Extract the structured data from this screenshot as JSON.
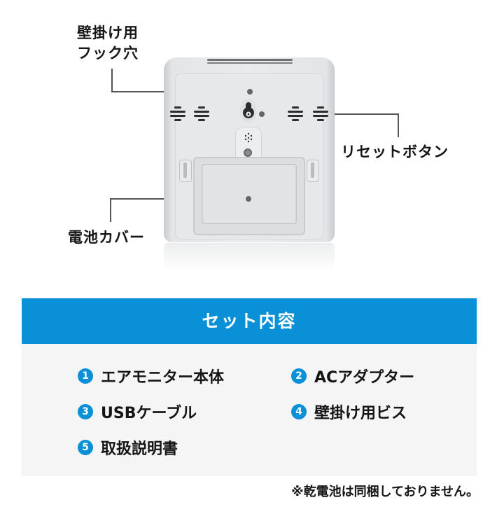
{
  "callouts": {
    "hook_hole": [
      "壁掛け用",
      "フック穴"
    ],
    "reset_button": "リセットボタン",
    "battery_cover": "電池カバー"
  },
  "set_contents": {
    "title": "セット内容",
    "accent_color": "#0a90d6",
    "items": [
      {
        "number": "1",
        "label": "エアモニター本体"
      },
      {
        "number": "2",
        "label": "ACアダプター"
      },
      {
        "number": "3",
        "label": "USBケーブル"
      },
      {
        "number": "4",
        "label": "壁掛け用ビス"
      },
      {
        "number": "5",
        "label": "取扱説明書"
      }
    ]
  },
  "note": "※乾電池は同梱しておりません。"
}
